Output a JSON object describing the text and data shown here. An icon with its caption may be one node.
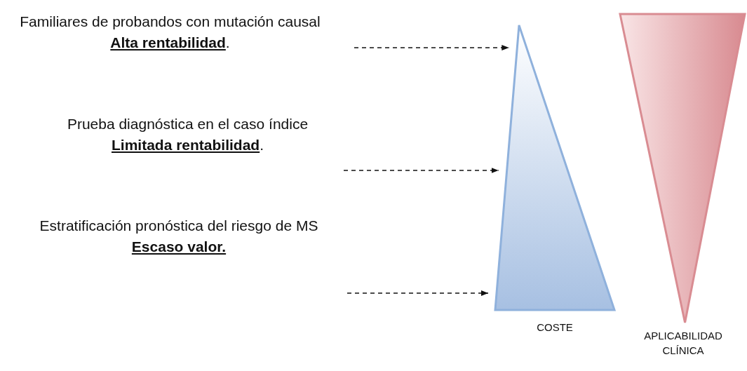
{
  "diagram": {
    "nodes": [
      {
        "text": [
          "Familiares de probandos con mutación causal",
          "**Alta rentabilidad**."
        ]
      },
      {
        "text": [
          "Prueba diagnóstica en el caso índice",
          "**Limitada rentabilidad**."
        ]
      },
      {
        "text": [
          "Estratificación pronóstica del riesgo de MS",
          "Escaso valor."
        ]
      },
      {
        "text": [],
        "shape": "triangle",
        "beside": [
          "COSTE"
        ]
      },
      {
        "text": [],
        "shape": "inverted-triangle",
        "beside": [
          "APLICABILIDAD CLÍNICA"
        ]
      }
    ],
    "edges": [
      {
        "from": 0,
        "to": 3,
        "arrow": "to",
        "style": "dashed"
      },
      {
        "from": 1,
        "to": 3,
        "arrow": "to",
        "style": "dashed"
      },
      {
        "from": 2,
        "to": 3,
        "arrow": "to",
        "style": "dashed"
      }
    ]
  }
}
